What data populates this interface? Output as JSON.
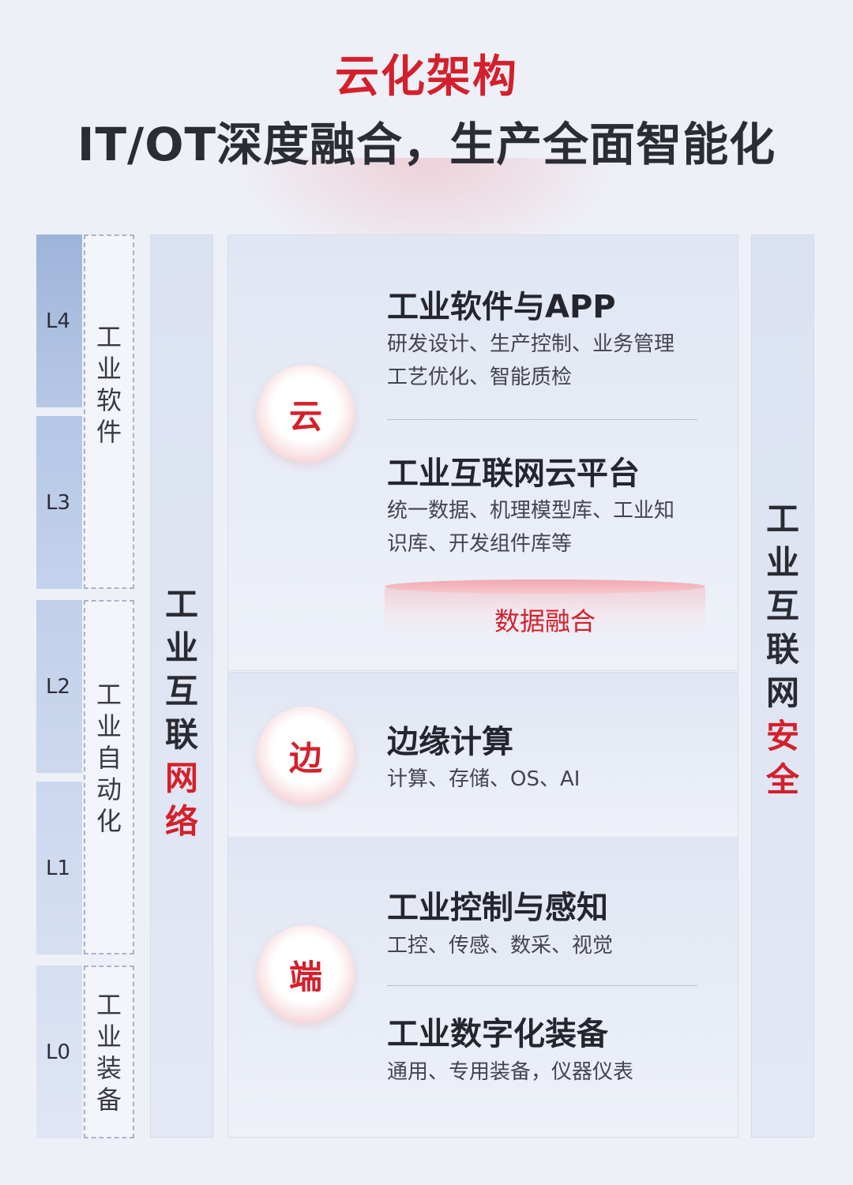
{
  "header": {
    "title": "云化架构",
    "subtitle": "IT/OT深度融合，生产全面智能化"
  },
  "levels": [
    "L4",
    "L3",
    "L2",
    "L1",
    "L0"
  ],
  "groups": {
    "software": [
      "工",
      "业",
      "软",
      "件"
    ],
    "automation": [
      "工",
      "业",
      "自",
      "动",
      "化"
    ],
    "equipment": [
      "工",
      "业",
      "装",
      "备"
    ]
  },
  "network_column": {
    "chars": [
      "工",
      "业",
      "互",
      "联"
    ],
    "highlight": [
      "网",
      "络"
    ]
  },
  "security_column": {
    "chars": [
      "工",
      "业",
      "互",
      "联",
      "网"
    ],
    "highlight": [
      "安",
      "全"
    ]
  },
  "tiers": {
    "cloud": {
      "badge": "云",
      "items": [
        {
          "title": "工业软件与APP",
          "lines": [
            "研发设计、生产控制、业务管理",
            "工艺优化、智能质检"
          ]
        },
        {
          "title": "工业互联网云平台",
          "lines": [
            "统一数据、机理模型库、工业知",
            "识库、开发组件库等"
          ]
        }
      ],
      "data_fusion": "数据融合"
    },
    "edge": {
      "badge": "边",
      "items": [
        {
          "title": "边缘计算",
          "lines": [
            "计算、存储、OS、AI"
          ]
        }
      ]
    },
    "end": {
      "badge": "端",
      "items": [
        {
          "title": "工业控制与感知",
          "lines": [
            "工控、传感、数采、视觉"
          ]
        },
        {
          "title": "工业数字化装备",
          "lines": [
            "通用、专用装备，仪器仪表"
          ]
        }
      ]
    }
  },
  "colors": {
    "accent_red": "#d4202c",
    "level_blue": "#9db4d9"
  }
}
